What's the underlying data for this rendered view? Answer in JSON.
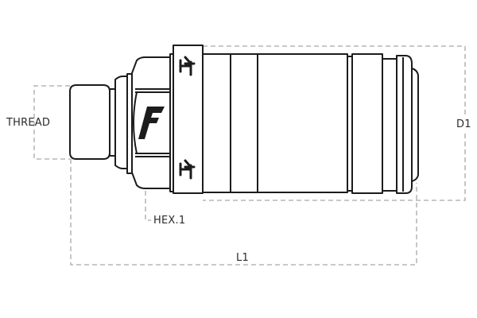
{
  "diagram": {
    "subject": "quick coupling technical drawing",
    "labels": {
      "thread": "THREAD",
      "hex": "HEX.1",
      "length": "L1",
      "diameter": "D1"
    },
    "logos": {
      "main_mark": "F",
      "band_mark": "HF"
    },
    "colors": {
      "outline": "#1c1c1c",
      "dimension_line": "#a8a8a8",
      "label_text": "#2b2b2b",
      "background": "#ffffff"
    }
  }
}
